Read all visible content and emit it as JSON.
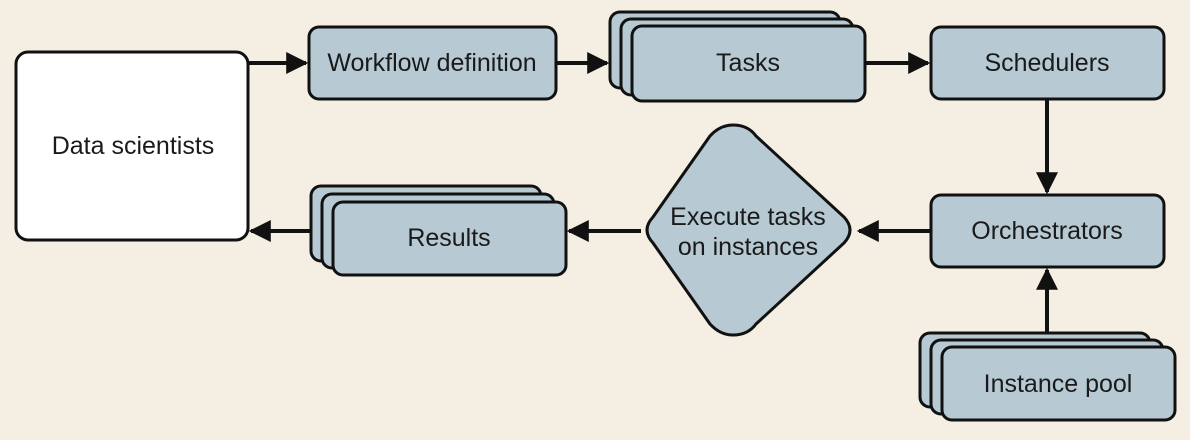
{
  "nodes": {
    "data_scientists": "Data scientists",
    "workflow_definition": "Workflow definition",
    "tasks": "Tasks",
    "schedulers": "Schedulers",
    "orchestrators": "Orchestrators",
    "execute_line1": "Execute tasks",
    "execute_line2": "on instances",
    "results": "Results",
    "instance_pool": "Instance pool"
  },
  "colors": {
    "background": "#f5efe3",
    "box_fill": "#b7c9d3",
    "white_fill": "#ffffff",
    "stroke": "#111111"
  }
}
